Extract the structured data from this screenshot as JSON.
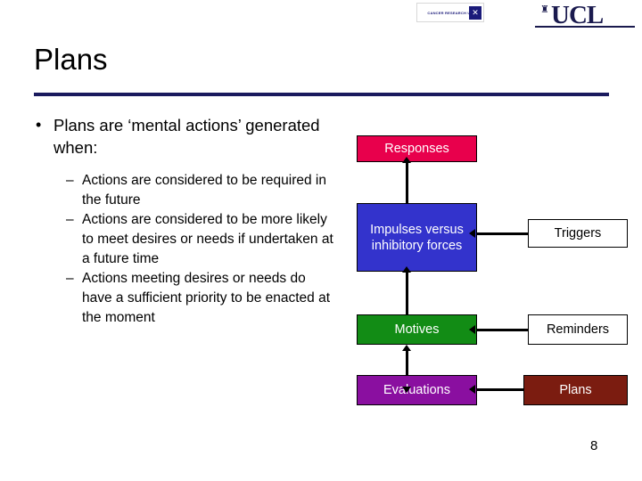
{
  "header": {
    "crk_logo_text": "CANCER RESEARCH UK",
    "crk_logo_mark": "✕",
    "ucl_logo_text": "UCL",
    "ucl_crest_glyph": "♜"
  },
  "slide": {
    "title": "Plans",
    "page_number": "8",
    "bullets": [
      {
        "marker": "•",
        "text": "Plans are ‘mental actions’ generated when:",
        "children": [
          {
            "marker": "–",
            "text": "Actions are considered to be required in the future"
          },
          {
            "marker": "–",
            "text": "Actions are considered to be more likely to meet desires or needs if undertaken at a future time"
          },
          {
            "marker": "–",
            "text": "Actions meeting desires or needs do have a sufficient priority to be enacted at the moment"
          }
        ]
      }
    ]
  },
  "diagram": {
    "nodes": [
      {
        "id": "responses",
        "label": "Responses",
        "bg": "#E8004C",
        "fg": "#ffffff"
      },
      {
        "id": "impulses",
        "label": "Impulses versus inhibitory forces",
        "bg": "#3333CC",
        "fg": "#ffffff"
      },
      {
        "id": "triggers",
        "label": "Triggers",
        "bg": "#ffffff",
        "fg": "#000000"
      },
      {
        "id": "motives",
        "label": "Motives",
        "bg": "#128C15",
        "fg": "#ffffff"
      },
      {
        "id": "reminders",
        "label": "Reminders",
        "bg": "#ffffff",
        "fg": "#000000"
      },
      {
        "id": "evaluations",
        "label": "Evaluations",
        "bg": "#8A0FA0",
        "fg": "#ffffff"
      },
      {
        "id": "plans",
        "label": "Plans",
        "bg": "#7B1C10",
        "fg": "#ffffff"
      }
    ]
  }
}
